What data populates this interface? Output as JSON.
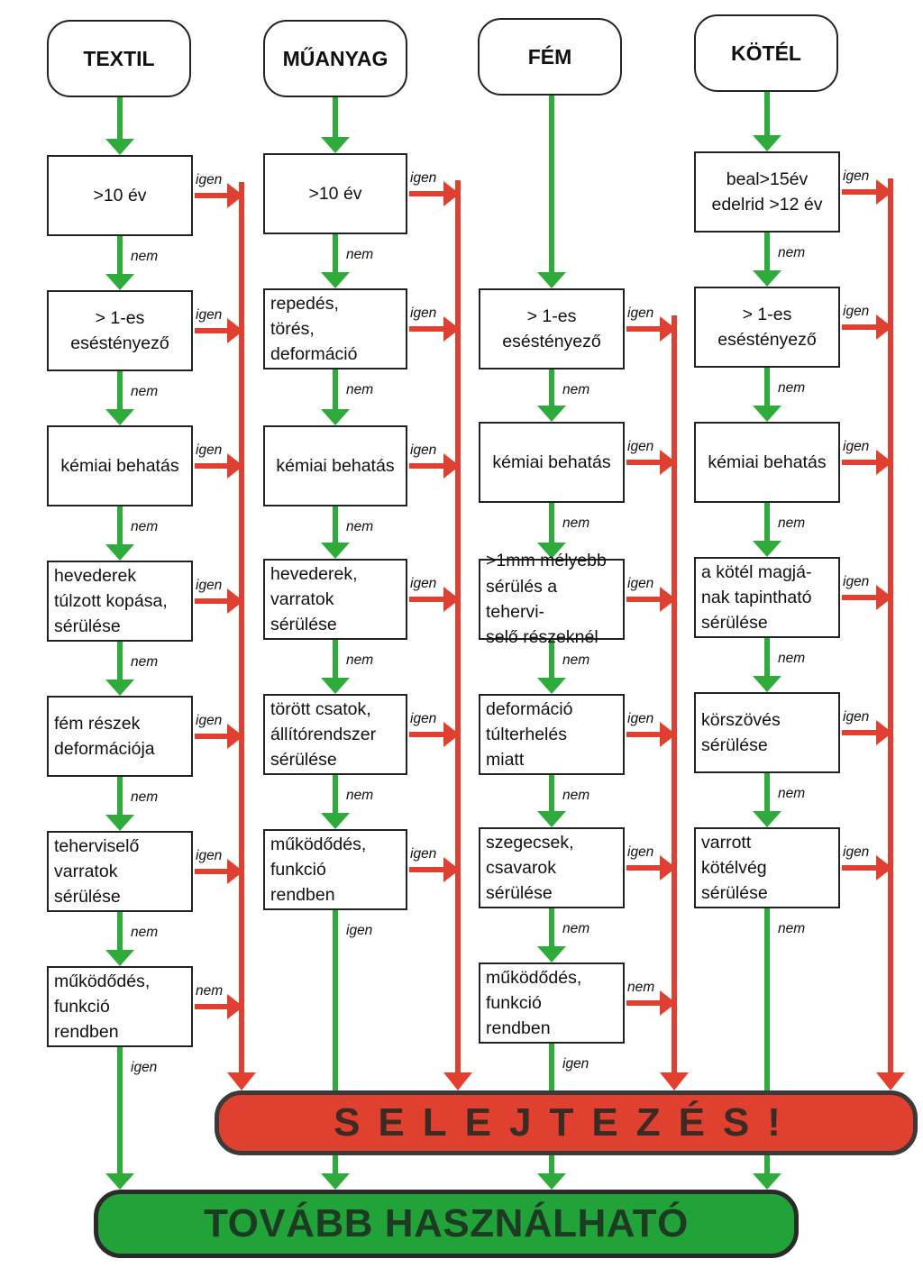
{
  "colors": {
    "yes_arrow": "#e0402f",
    "no_arrow": "#2eab3a",
    "discard_bar": "#e0402f",
    "usable_bar": "#22a33a"
  },
  "columns": [
    {
      "header": "TEXTIL",
      "boxes": [
        ">10 év",
        "> 1-es\nesésténye­ző",
        "kémiai behatás",
        "hevederek\ntúlzott kopása,\nsérülése",
        "fém részek\ndeformációja",
        "teherviselő\nvarratok\nsérülése",
        "működődés,\nfunkció\nrendben"
      ],
      "yes_labels": [
        "igen",
        "igen",
        "igen",
        "igen",
        "igen",
        "igen",
        "nem"
      ],
      "no_labels": [
        "nem",
        "nem",
        "nem",
        "nem",
        "nem",
        "nem",
        "igen"
      ]
    },
    {
      "header": "MŰANYAG",
      "boxes": [
        ">10 év",
        "repedés,\ntörés,\ndeformáció",
        "kémiai behatás",
        "hevederek,\nvarratok\nsérülése",
        "törött csatok,\nállítórendszer\nsérülése",
        "működődés,\nfunkció\nrendben"
      ],
      "yes_labels": [
        "igen",
        "igen",
        "igen",
        "igen",
        "igen",
        "igen"
      ],
      "no_labels": [
        "nem",
        "nem",
        "nem",
        "nem",
        "nem",
        "igen"
      ]
    },
    {
      "header": "FÉM",
      "boxes": [
        "> 1-es\nesésténye­ző",
        "kémiai behatás",
        ">1mm mélyebb\nsérülés a tehervi-\nselő részeknél",
        "deformáció\ntúlterhelés\nmiatt",
        "szegecsek,\ncsavarok\nsérülése",
        "működődés,\nfunkció\nrendben"
      ],
      "yes_labels": [
        "igen",
        "igen",
        "igen",
        "igen",
        "igen",
        "nem"
      ],
      "no_labels": [
        "nem",
        "nem",
        "nem",
        "nem",
        "nem",
        "igen"
      ]
    },
    {
      "header": "KÖTÉL",
      "boxes": [
        "beal>15év\nedelrid >12 év",
        "> 1-es\nesésténye­ző",
        "kémiai behatás",
        "a kötél magjá-\nnak tapintható\nsérülése",
        "körszövés\nsérülése",
        "varrott\nkötélvég\nsérülése"
      ],
      "yes_labels": [
        "igen",
        "igen",
        "igen",
        "igen",
        "igen",
        "igen"
      ],
      "no_labels": [
        "nem",
        "nem",
        "nem",
        "nem",
        "nem",
        "nem"
      ]
    }
  ],
  "discard_label": "SELEJTEZÉS!",
  "usable_label": "TOVÁBB HASZNÁLHATÓ"
}
